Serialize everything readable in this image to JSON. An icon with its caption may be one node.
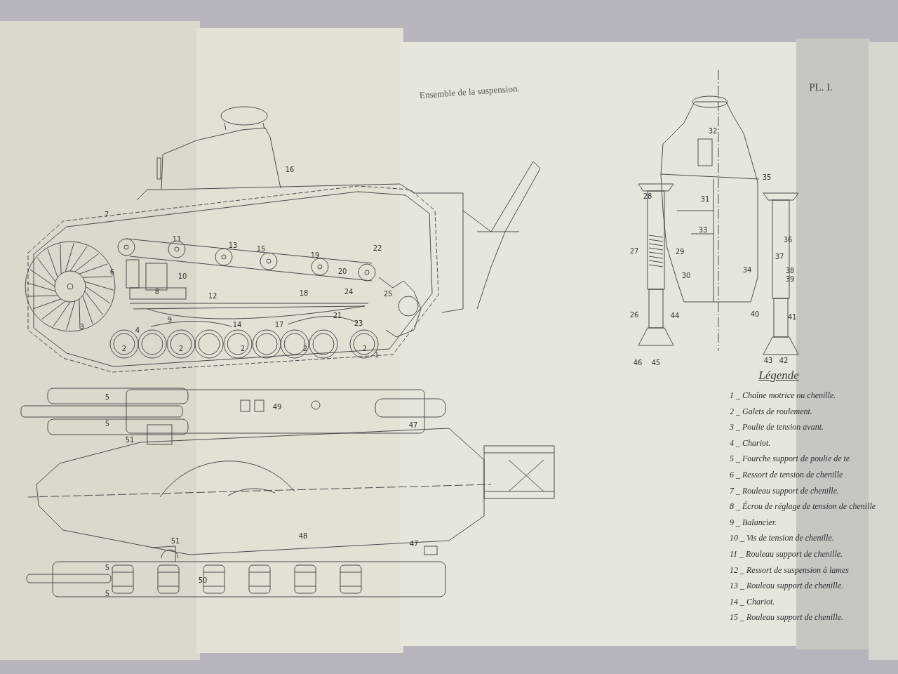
{
  "diagram": {
    "title": "Ensemble de la suspension.",
    "labels": [
      "PL. I.",
      "16",
      "7",
      "11",
      "13",
      "15",
      "19",
      "22",
      "6",
      "20",
      "10",
      "8",
      "12",
      "18",
      "24",
      "25",
      "9",
      "4",
      "14",
      "17",
      "21",
      "23",
      "3",
      "2",
      "2",
      "2",
      "2",
      "2",
      "1",
      "5",
      "5",
      "49",
      "47",
      "51",
      "48",
      "51",
      "47",
      "5",
      "50",
      "5",
      "32",
      "35",
      "28",
      "31",
      "33",
      "36",
      "27",
      "29",
      "37",
      "34",
      "38",
      "30",
      "39",
      "26",
      "44",
      "40",
      "41",
      "46",
      "45",
      "43",
      "42",
      "Légende",
      "1 _ Chaîne motrice ou chenille.",
      "2 _ Galets de roulement.",
      "3 _ Poulie de tension avant.",
      "4 _ Chariot.",
      "5 _ Fourche support de poulie de te",
      "6 _ Ressort de tension de chenille",
      "7 _ Rouleau support de chenille.",
      "8 _ Écrou de réglage de tension de chenille",
      "9 _ Balancier.",
      "10 _ Vis de tension de chenille.",
      "11 _ Rouleau support de chenille.",
      "12 _ Ressort de suspension à lames",
      "13 _ Rouleau support de chenille.",
      "14 _ Chariot.",
      "15 _ Rouleau support de chenille."
    ]
  }
}
